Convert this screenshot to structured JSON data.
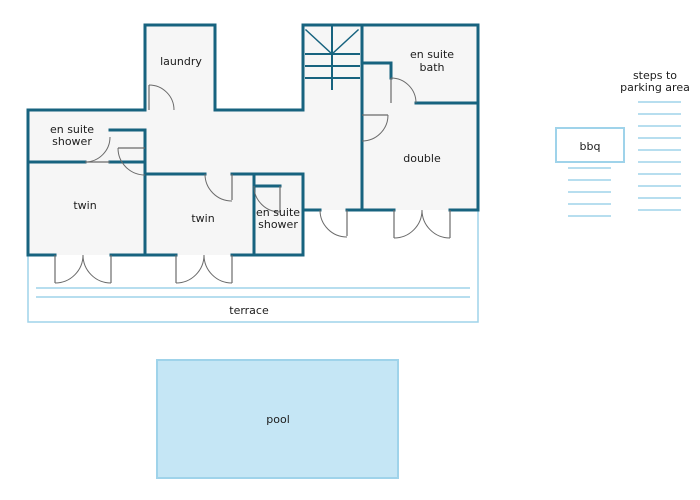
{
  "rooms": {
    "laundry": "laundry",
    "en_suite_bath_1": "en suite",
    "en_suite_bath_2": "bath",
    "en_suite_shower_left_1": "en suite",
    "en_suite_shower_left_2": "shower",
    "double": "double",
    "twin_left": "twin",
    "twin_middle": "twin",
    "en_suite_shower_mid_1": "en suite",
    "en_suite_shower_mid_2": "shower",
    "terrace": "terrace",
    "pool": "pool",
    "bbq": "bbq",
    "steps_1": "steps to",
    "steps_2": "parking area"
  },
  "colors": {
    "wall": "#17637f",
    "floor": "#f6f6f6",
    "terrace_line": "#9fd3ea",
    "pool_fill": "#c5e6f5",
    "pool_border": "#9fd3ea"
  }
}
